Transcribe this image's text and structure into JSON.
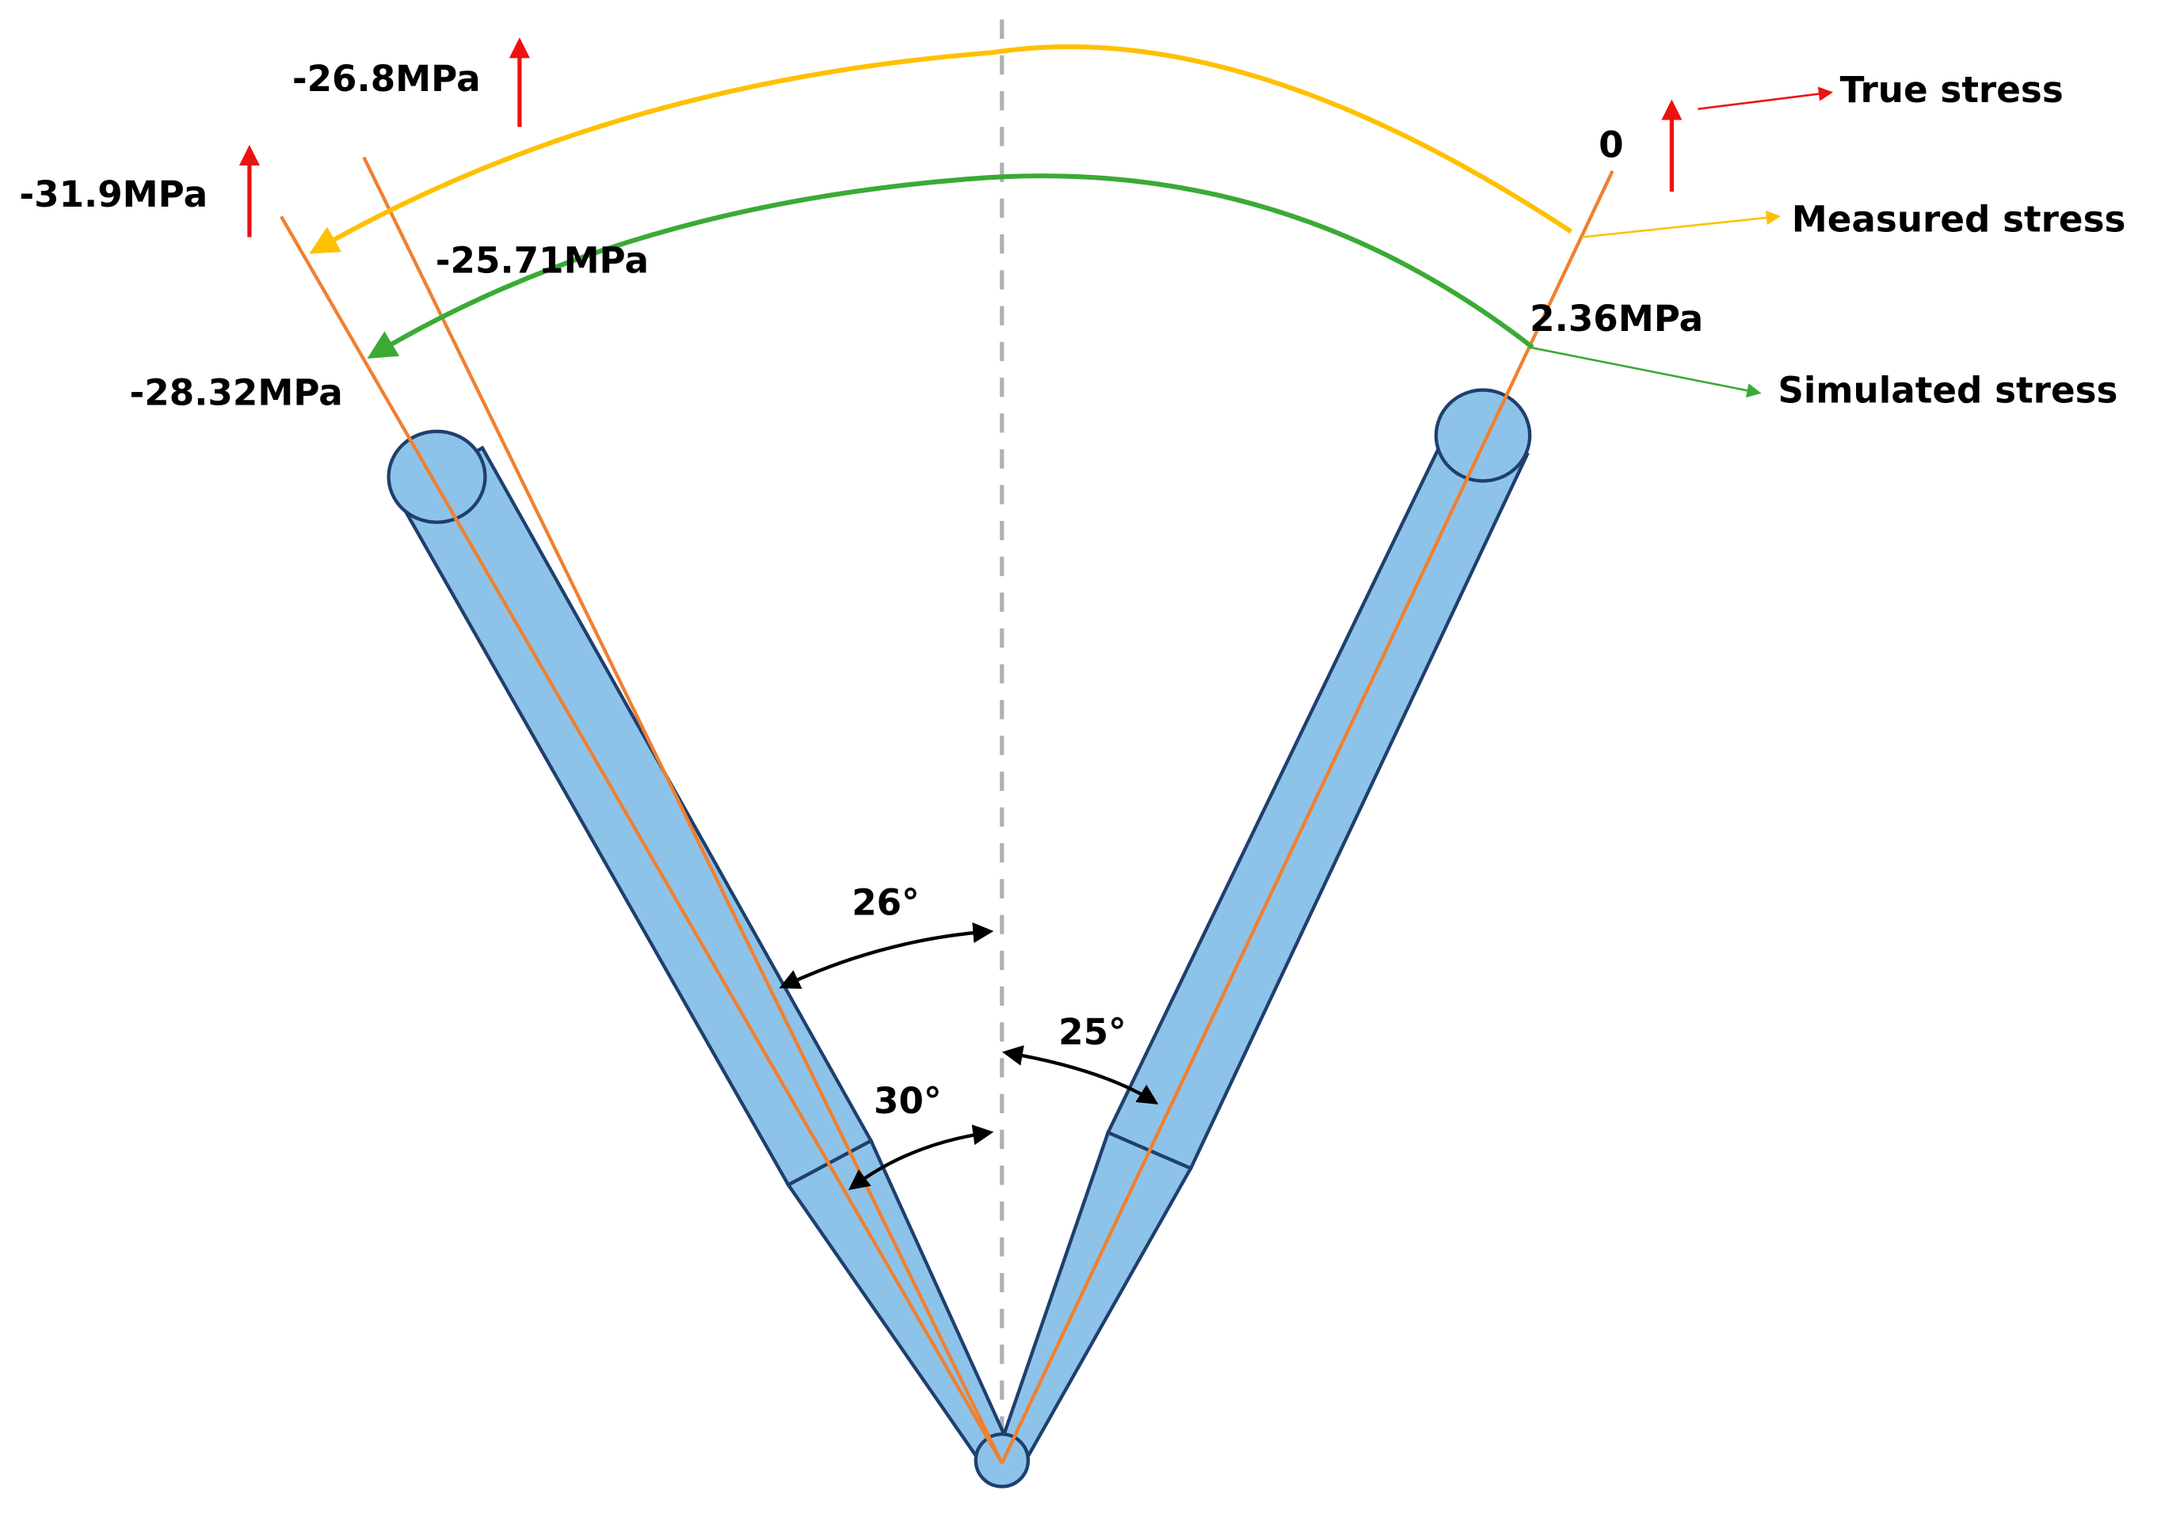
{
  "colors": {
    "rod_fill": "#8dc3e8",
    "rod_stroke": "#1f3f6e",
    "axis_line": "#f08030",
    "true_stress": "#ee1111",
    "measured_stress": "#ffc000",
    "simulated_stress": "#3aaa35",
    "center_dash": "#b0b0b0",
    "angle_arrow": "#000000"
  },
  "legend": {
    "true_stress": "True stress",
    "measured_stress": "Measured stress",
    "simulated_stress": "Simulated stress"
  },
  "values": {
    "true_left_outer": "-31.9MPa",
    "true_left_inner": "-26.8MPa",
    "true_right": "0",
    "measured_left": "-25.71MPa",
    "simulated_left": "-28.32MPa",
    "simulated_right": "2.36MPa"
  },
  "angles": {
    "left_inner": "26°",
    "left_outer": "30°",
    "right": "25°"
  }
}
